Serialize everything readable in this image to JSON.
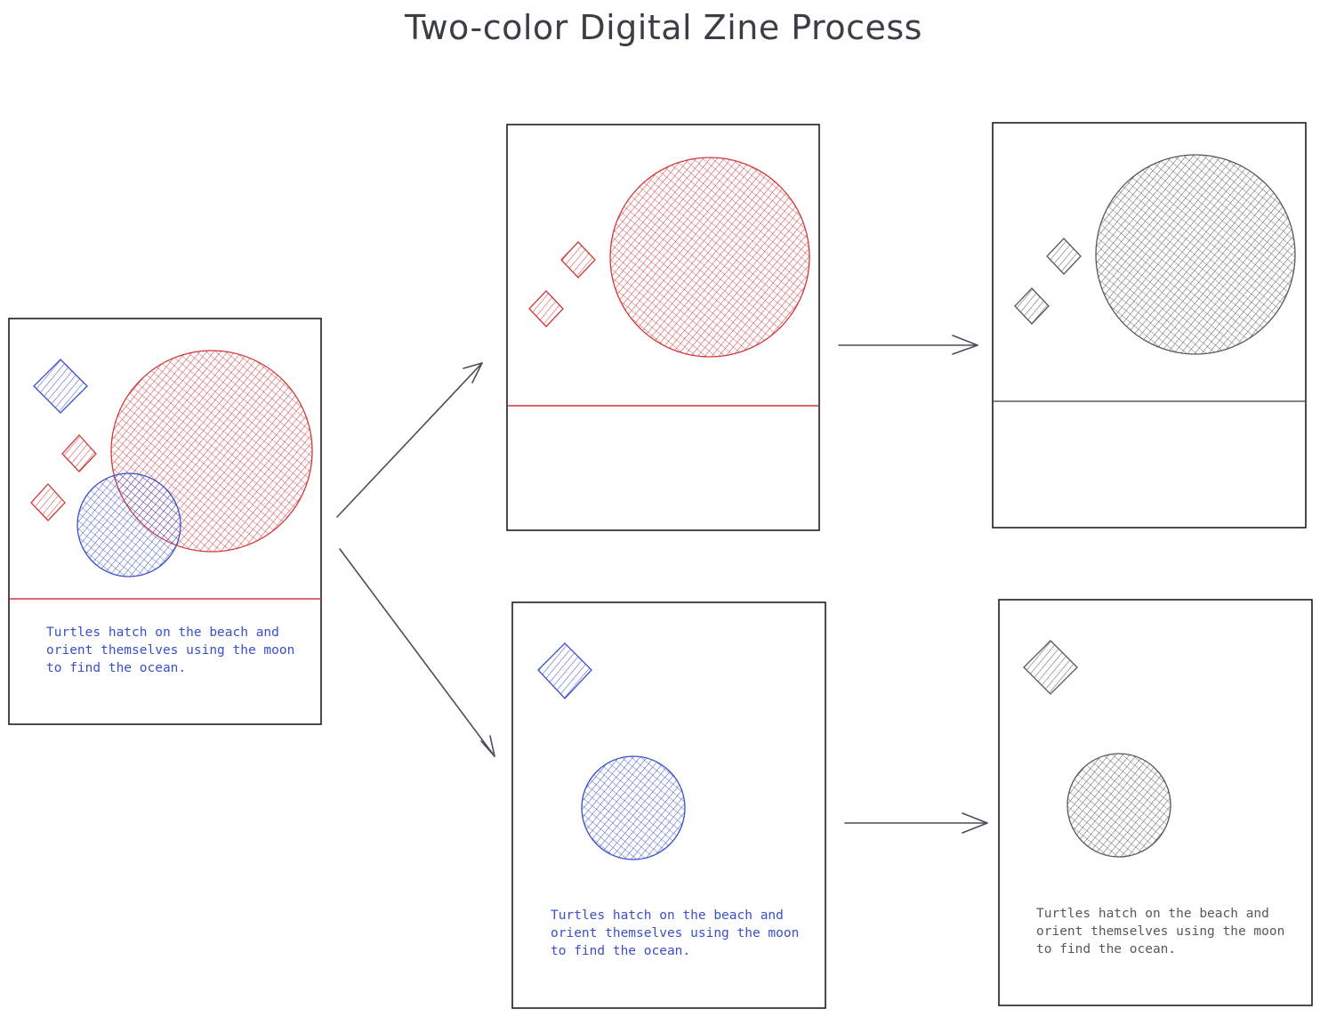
{
  "title": "Two-color Digital Zine Process",
  "caption_lines": [
    "Turtles hatch on the beach and",
    "orient themselves using the moon",
    "to find the ocean."
  ],
  "colors": {
    "red": "#d0393b",
    "blue": "#3a4fc9",
    "gray": "#55595e",
    "outline": "#1e1e1e",
    "arrow": "#4a4f55"
  }
}
